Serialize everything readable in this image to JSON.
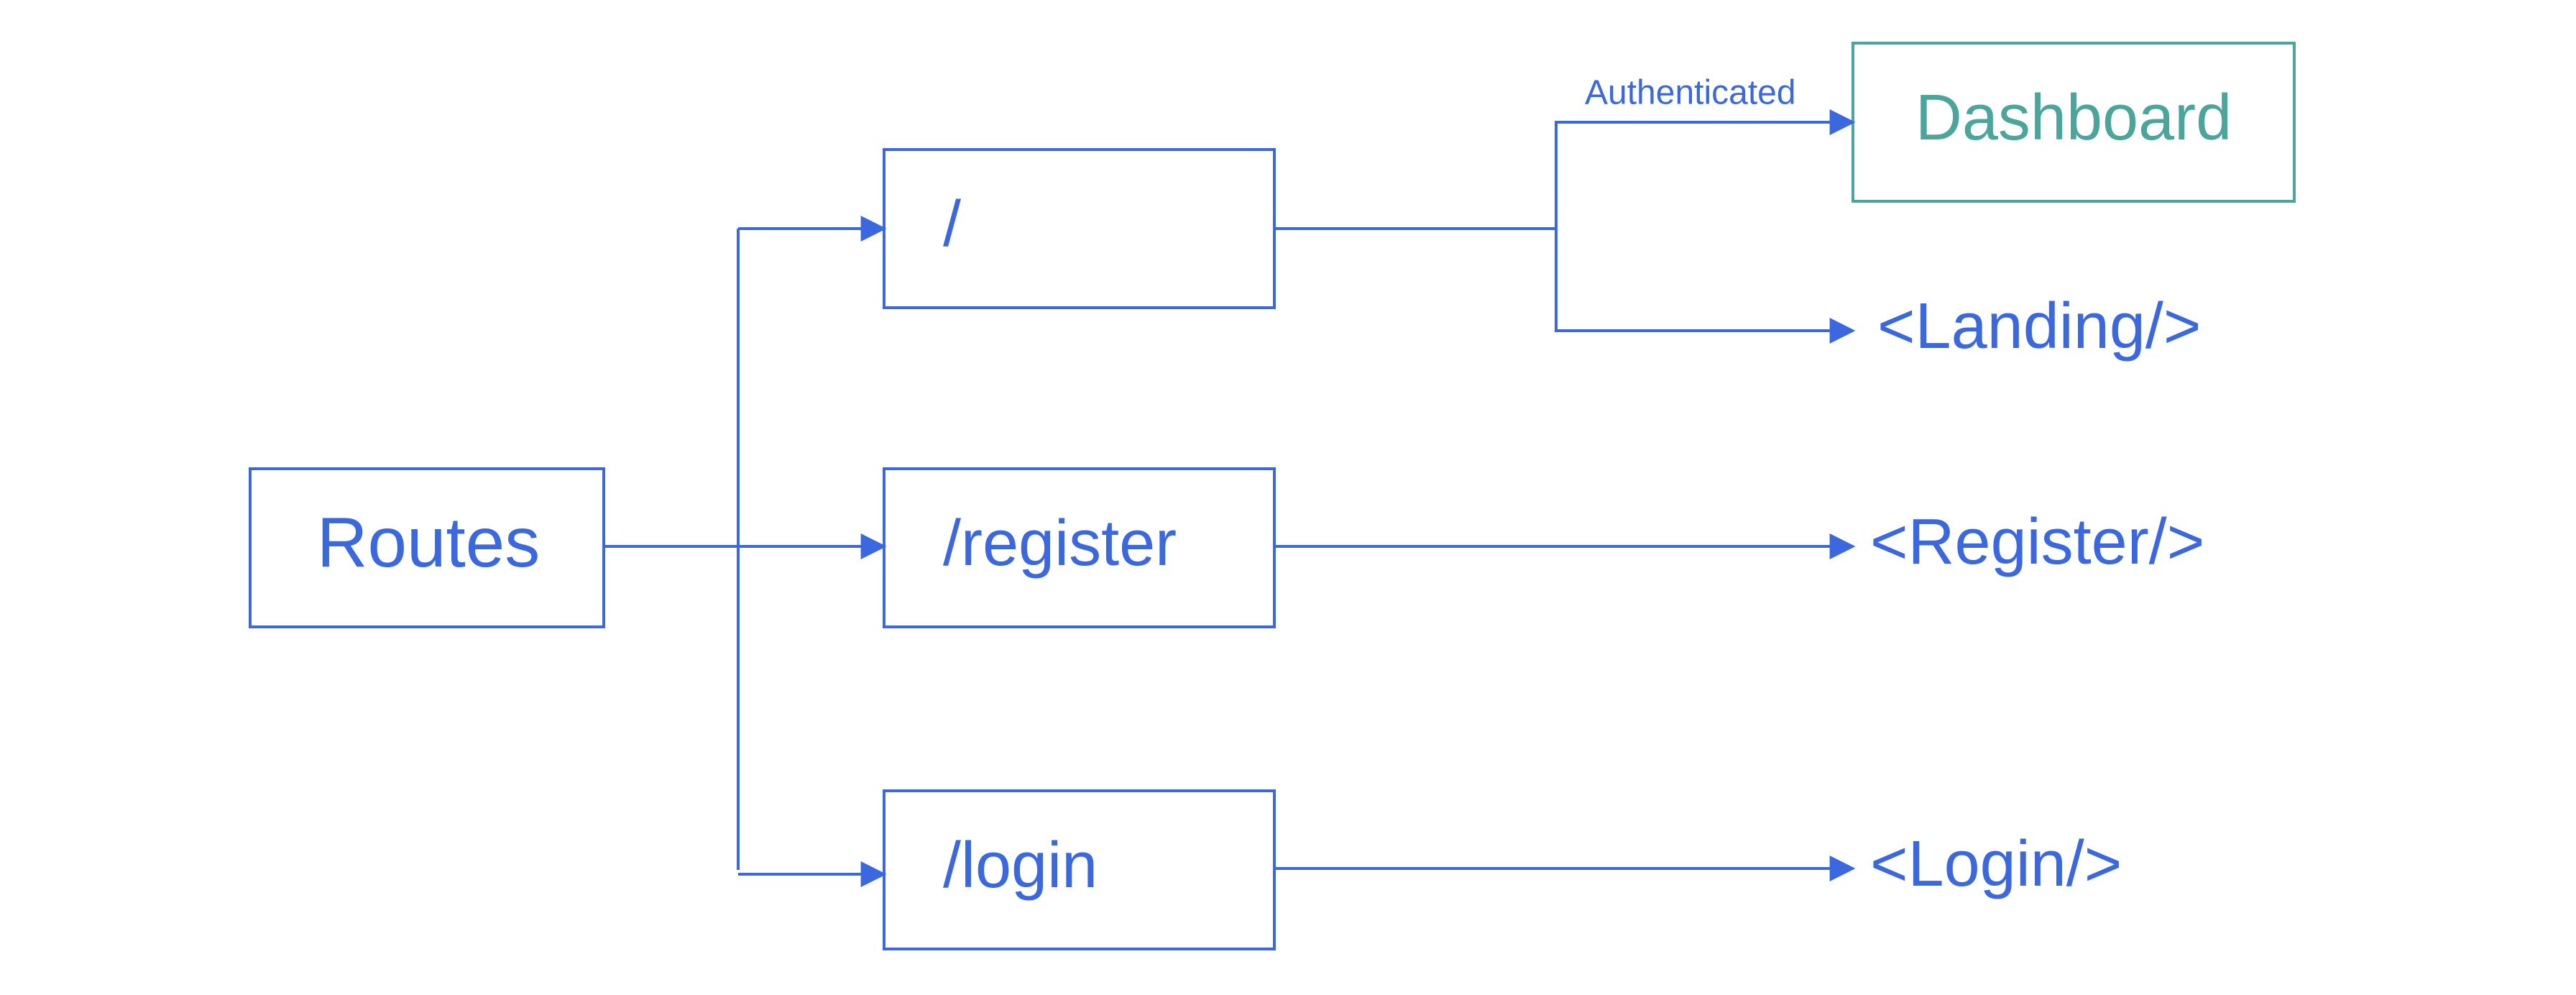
{
  "colors": {
    "primary": "#3b68df",
    "accent": "#4ba59a",
    "background": "#ffffff"
  },
  "nodes": {
    "routes": "Routes",
    "root_path": "/",
    "register_path": "/register",
    "login_path": "/login",
    "dashboard": "Dashboard",
    "landing": "<Landing/>",
    "register_component": "<Register/>",
    "login_component": "<Login/>"
  },
  "edges": {
    "authenticated": "Authenticated"
  }
}
